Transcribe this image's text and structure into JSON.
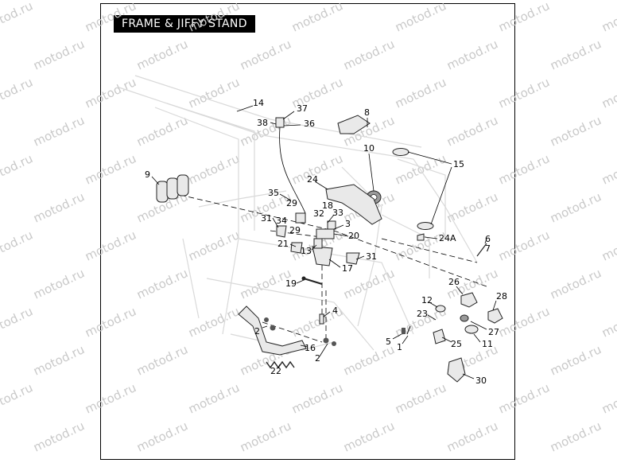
{
  "title": "FRAME & JIFFY STAND",
  "watermark": "motod.ru",
  "labels": [
    "14",
    "37",
    "38",
    "36",
    "8",
    "10",
    "15",
    "9",
    "24",
    "35",
    "29",
    "31",
    "34",
    "32",
    "18",
    "33",
    "3",
    "29",
    "20",
    "24A",
    "6",
    "7",
    "21",
    "13",
    "31",
    "17",
    "19",
    "26",
    "28",
    "12",
    "23",
    "27",
    "4",
    "2",
    "16",
    "5",
    "1",
    "25",
    "11",
    "2",
    "22",
    "30"
  ]
}
